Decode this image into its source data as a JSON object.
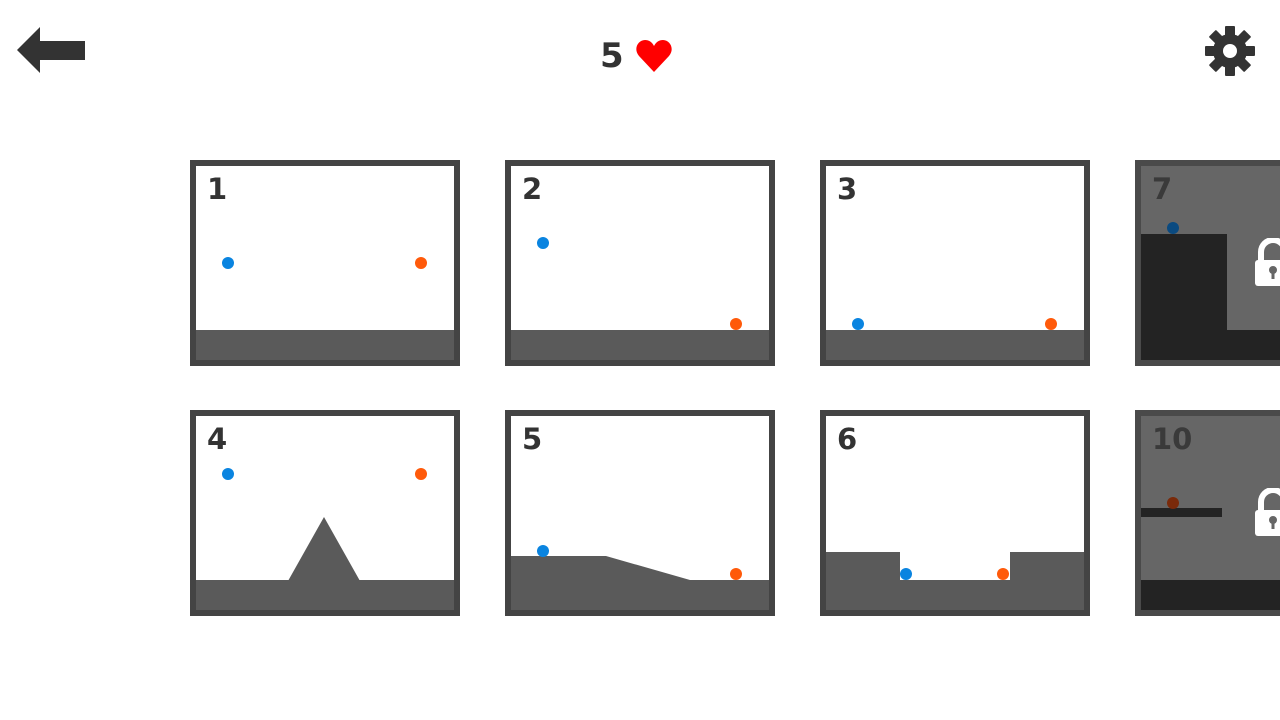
{
  "header": {
    "back_icon": "arrow-left-icon",
    "lives": "5",
    "lives_icon": "heart-icon",
    "settings_icon": "gear-icon"
  },
  "colors": {
    "heart": "#ff0000",
    "blue_ball": "#0a84e0",
    "orange_ball": "#ff5a0a",
    "ground": "#5a5a5a",
    "border": "#444444"
  },
  "levels": [
    {
      "label": "1",
      "locked": false
    },
    {
      "label": "2",
      "locked": false
    },
    {
      "label": "3",
      "locked": false
    },
    {
      "label": "7",
      "locked": true
    },
    {
      "label": "4",
      "locked": false
    },
    {
      "label": "5",
      "locked": false
    },
    {
      "label": "6",
      "locked": false
    },
    {
      "label": "10",
      "locked": true
    }
  ]
}
